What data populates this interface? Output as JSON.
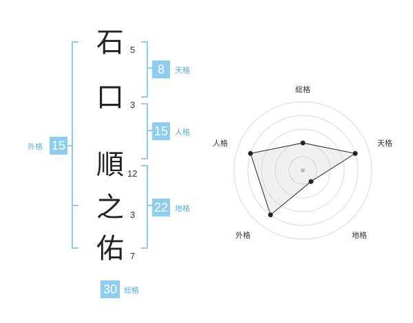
{
  "name": {
    "chars": [
      {
        "char": "石",
        "strokes": "5"
      },
      {
        "char": "口",
        "strokes": "3"
      },
      {
        "char": "順",
        "strokes": "12"
      },
      {
        "char": "之",
        "strokes": "3"
      },
      {
        "char": "佑",
        "strokes": "7"
      }
    ]
  },
  "kaku": {
    "tenkaku": {
      "value": "8",
      "label": "天格"
    },
    "jinkaku": {
      "value": "15",
      "label": "人格"
    },
    "chikaku": {
      "value": "22",
      "label": "地格"
    },
    "gaikaku": {
      "value": "15",
      "label": "外格"
    },
    "soukaku": {
      "value": "30",
      "label": "総格"
    }
  },
  "colors": {
    "accent": "#8ccdf0",
    "accent_text": "#5bb0e3",
    "badge_text": "#ffffff"
  },
  "chart_data": {
    "type": "radar",
    "axes": [
      "総格",
      "天格",
      "地格",
      "外格",
      "人格"
    ],
    "values": [
      2,
      4,
      1,
      4,
      4
    ],
    "max": 5,
    "rings": 5
  }
}
